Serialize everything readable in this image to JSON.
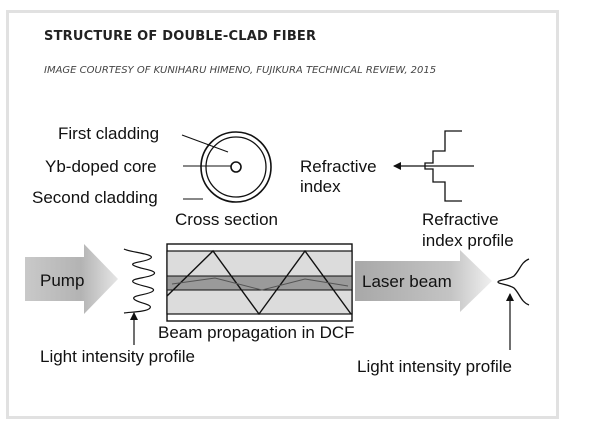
{
  "header": {
    "title": "STRUCTURE OF DOUBLE-CLAD FIBER",
    "credit": "IMAGE COURTESY OF KUNIHARU HIMENO, FUJIKURA TECHNICAL REVIEW, 2015"
  },
  "diagram": {
    "cross_section_labels": {
      "first_cladding": "First cladding",
      "core": "Yb-doped core",
      "second_cladding": "Second cladding",
      "caption": "Cross section"
    },
    "refractive_index": {
      "line1": "Refractive",
      "line2": "index",
      "profile_line1": "Refractive",
      "profile_line2": "index profile"
    },
    "pump_label": "Pump",
    "laser_beam_label": "Laser beam",
    "propagation_label": "Beam propagation in DCF",
    "light_profile_left": "Light intensity profile",
    "light_profile_right": "Light intensity profile"
  },
  "colors": {
    "arrow_gray": "#a9a9a9",
    "fiber_fill": "#dcdcdc",
    "ink": "#111111",
    "card_border": "#e1e1e1"
  }
}
